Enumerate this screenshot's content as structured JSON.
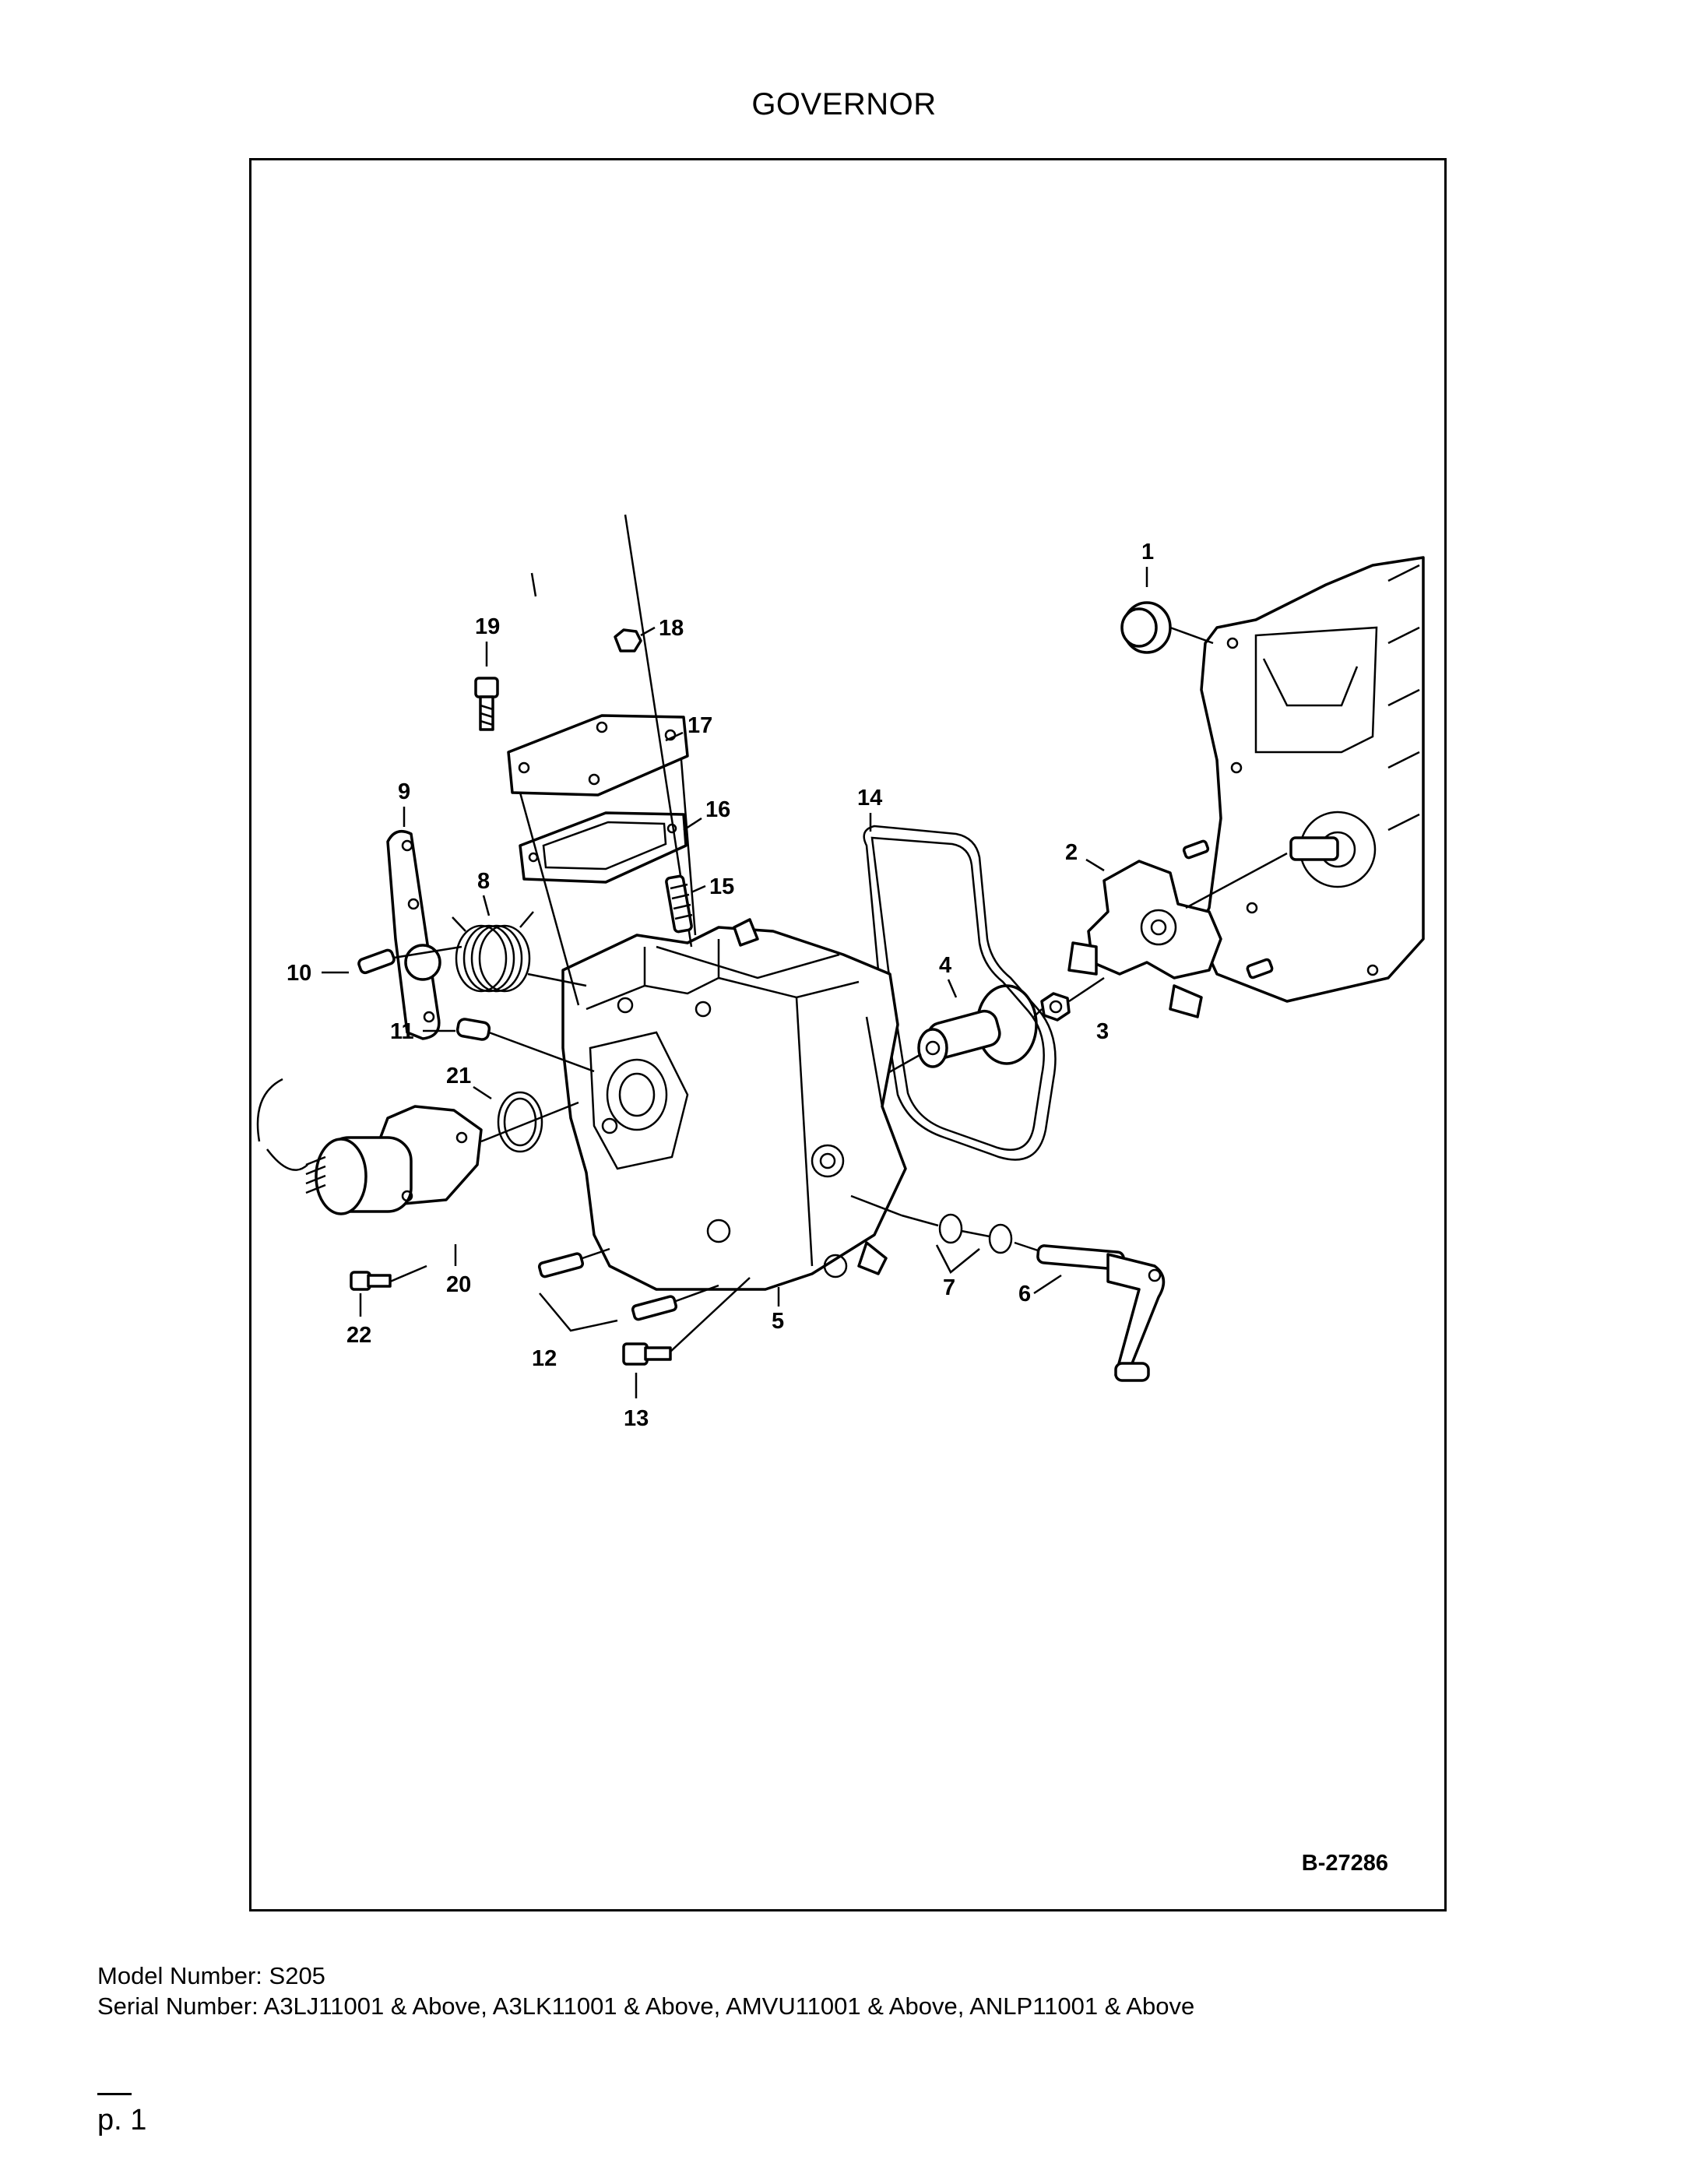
{
  "title": "GOVERNOR",
  "drawing_number": "B-27286",
  "callouts": [
    "1",
    "2",
    "3",
    "4",
    "5",
    "6",
    "7",
    "8",
    "9",
    "10",
    "11",
    "12",
    "13",
    "14",
    "15",
    "16",
    "17",
    "18",
    "19",
    "20",
    "21",
    "22"
  ],
  "model_line": "Model Number: S205",
  "serial_line": "Serial Number: A3LJ11001 & Above, A3LK11001 & Above, AMVU11001 & Above, ANLP11001 & Above",
  "page_label": "p. 1"
}
